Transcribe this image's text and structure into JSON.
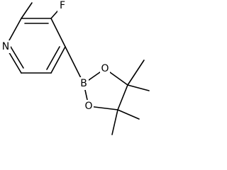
{
  "molecule": {
    "atoms": {
      "nitrogen": "N",
      "fluorine": "F",
      "boron": "B",
      "oxygen_1": "O",
      "oxygen_2": "O"
    }
  },
  "colors": {
    "bond": "#000000",
    "label": "#000000",
    "background": "#ffffff"
  }
}
